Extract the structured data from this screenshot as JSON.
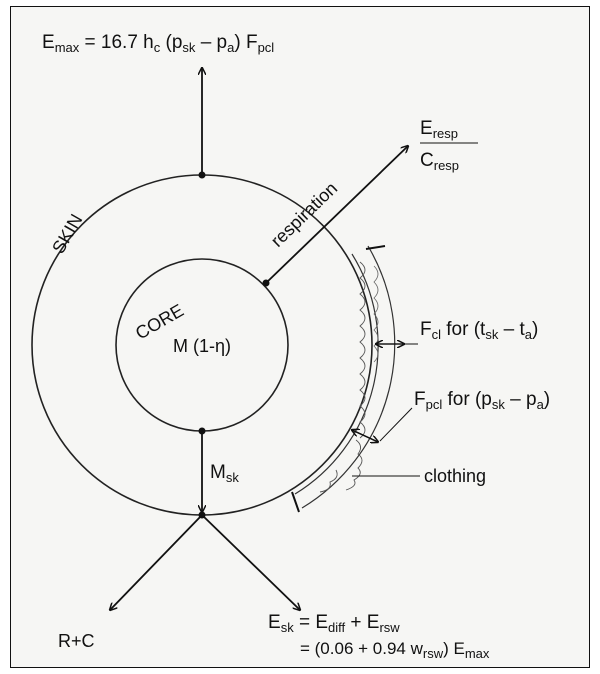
{
  "diagram": {
    "emax": {
      "main": "E",
      "sub1": "max",
      "mid1": " = 16.7 h",
      "sub2": "c",
      "mid2": " (p",
      "sub3": "sk",
      "mid3": " – p",
      "sub4": "a",
      "mid4": ") F",
      "sub5": "pcl"
    },
    "eresp": {
      "main": "E",
      "sub": "resp"
    },
    "cresp": {
      "main": "C",
      "sub": "resp"
    },
    "skin": "SKIN",
    "core": "CORE",
    "respiration": "respiration",
    "metabolism": "M (1-η)",
    "fcl": {
      "main": "F",
      "sub1": "cl",
      "mid1": "  for (t",
      "sub2": "sk",
      "mid2": " – t",
      "sub3": "a",
      "end": ")"
    },
    "fpcl": {
      "main": "F",
      "sub1": "pcl",
      "mid1": " for (p",
      "sub2": "sk",
      "mid2": " – p",
      "sub3": "a",
      "end": ")"
    },
    "clothing": "clothing",
    "msk": {
      "main": "M",
      "sub": "sk"
    },
    "rc": "R+C",
    "esk": {
      "main": "E",
      "sub1": "sk",
      "mid1": " = E",
      "sub2": "diff",
      "mid2": " + E",
      "sub3": "rsw"
    },
    "esk2": {
      "main": "= (0.06 + 0.94 w",
      "sub": "rsw",
      "end": ") E",
      "sub2": "max"
    }
  }
}
